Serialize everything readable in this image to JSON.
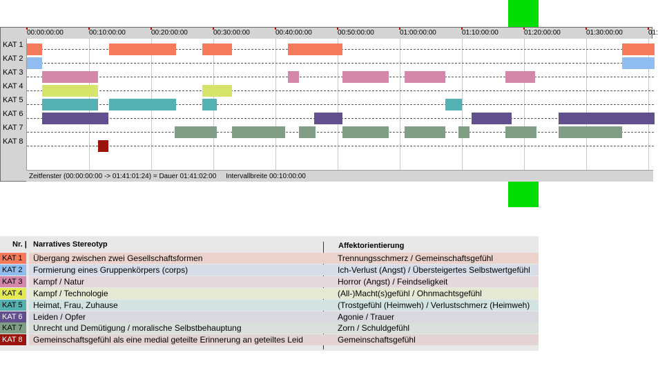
{
  "timeline": {
    "tick_labels": [
      "00:00:00:00",
      "00:10:00:00",
      "00:20:00:00",
      "00:30:00:00",
      "00:40:00:00",
      "00:50:00:00",
      "01:00:00:00",
      "01:10:00:00",
      "01:20:00:00",
      "01:30:00:00",
      "01:"
    ],
    "status": "Zeitfenster (00:00:00:00 -> 01:41:01:24) = Dauer 01:41:02:00     Intervallbreite 00:10:00:00",
    "duration_min": 101.0,
    "categories": [
      {
        "label": "KAT 1",
        "color": "#f47a5a",
        "segments": [
          [
            0,
            2.4
          ],
          [
            13.2,
            24.0
          ],
          [
            28.2,
            33.0
          ],
          [
            42.0,
            50.8
          ],
          [
            95.8,
            101.0
          ]
        ]
      },
      {
        "label": "KAT 2",
        "color": "#8fbdf0",
        "segments": [
          [
            0,
            2.4
          ],
          [
            95.8,
            101.0
          ]
        ]
      },
      {
        "label": "KAT 3",
        "color": "#d487a8",
        "segments": [
          [
            2.4,
            11.4
          ],
          [
            42.0,
            43.8
          ],
          [
            50.8,
            58.2
          ],
          [
            60.8,
            67.3
          ],
          [
            77.0,
            81.8
          ]
        ]
      },
      {
        "label": "KAT 4",
        "color": "#d7e46a",
        "segments": [
          [
            2.4,
            11.4
          ],
          [
            28.2,
            33.0
          ]
        ]
      },
      {
        "label": "KAT 5",
        "color": "#55b1b1",
        "segments": [
          [
            2.4,
            11.4
          ],
          [
            13.2,
            24.0
          ],
          [
            28.2,
            30.6
          ],
          [
            67.3,
            70.0
          ]
        ]
      },
      {
        "label": "KAT 6",
        "color": "#614f8e",
        "segments": [
          [
            2.4,
            13.1
          ],
          [
            46.2,
            50.8
          ],
          [
            71.6,
            78.0
          ],
          [
            85.6,
            101.0
          ]
        ]
      },
      {
        "label": "KAT 7",
        "color": "#7f9e83",
        "segments": [
          [
            23.8,
            30.6
          ],
          [
            33.0,
            41.5
          ],
          [
            43.8,
            46.4
          ],
          [
            50.8,
            58.2
          ],
          [
            60.8,
            67.3
          ],
          [
            69.4,
            71.2
          ],
          [
            77.0,
            82.0
          ],
          [
            85.6,
            95.8
          ]
        ]
      },
      {
        "label": "KAT 8",
        "color": "#9b140c",
        "segments": [
          [
            11.4,
            13.1
          ]
        ]
      }
    ]
  },
  "legend": {
    "header_nr": "Nr. |",
    "header_stereotype": "Narratives Stereotyp",
    "header_affect": "Affektorientierung",
    "rows": [
      {
        "nr": "KAT 1",
        "color": "#f47a5a",
        "bg": "#ebd3cc",
        "stereotype": "Übergang zwischen zwei Gesellschaftsformen",
        "affect": "Trennungsschmerz / Gemeinschaftsgefühl"
      },
      {
        "nr": "KAT 2",
        "color": "#8fbdf0",
        "bg": "#d6dde8",
        "stereotype": "Formierung eines Gruppenkörpers (corps)",
        "affect": "Ich-Verlust (Angst) / Übersteigertes Selbstwertgefühl"
      },
      {
        "nr": "KAT 3",
        "color": "#d487a8",
        "bg": "#e6d6dd",
        "stereotype": "Kampf / Natur",
        "affect": "Horror (Angst) / Feindseligkeit"
      },
      {
        "nr": "KAT 4",
        "color": "#e3ea52",
        "bg": "#e5e8d2",
        "stereotype": "Kampf / Technologie",
        "affect": "(All-)Macht(s)gefühl / Ohnmachtsgefühl"
      },
      {
        "nr": "KAT 5",
        "color": "#55b1b1",
        "bg": "#d3e3e3",
        "stereotype": "Heimat, Frau, Zuhause",
        "affect": "(Trostgefühl (Heimweh) / Verlustschmerz (Heimweh)"
      },
      {
        "nr": "KAT 6",
        "color": "#614f8e",
        "bg": "#d9d7df",
        "stereotype": "Leiden / Opfer",
        "affect": "Agonie / Trauer"
      },
      {
        "nr": "KAT 7",
        "color": "#7f9e83",
        "bg": "#d9dfda",
        "stereotype": "Unrecht und Demütigung / moralische Selbstbehauptung",
        "affect": "Zorn / Schuldgefühl"
      },
      {
        "nr": "KAT 8",
        "color": "#9b140c",
        "bg": "#e4d3d3",
        "stereotype": "Gemeinschaftsgefühl als eine medial geteilte Erinnerung an geteiltes Leid",
        "affect": "Gemeinschaftsgefühl"
      }
    ]
  }
}
